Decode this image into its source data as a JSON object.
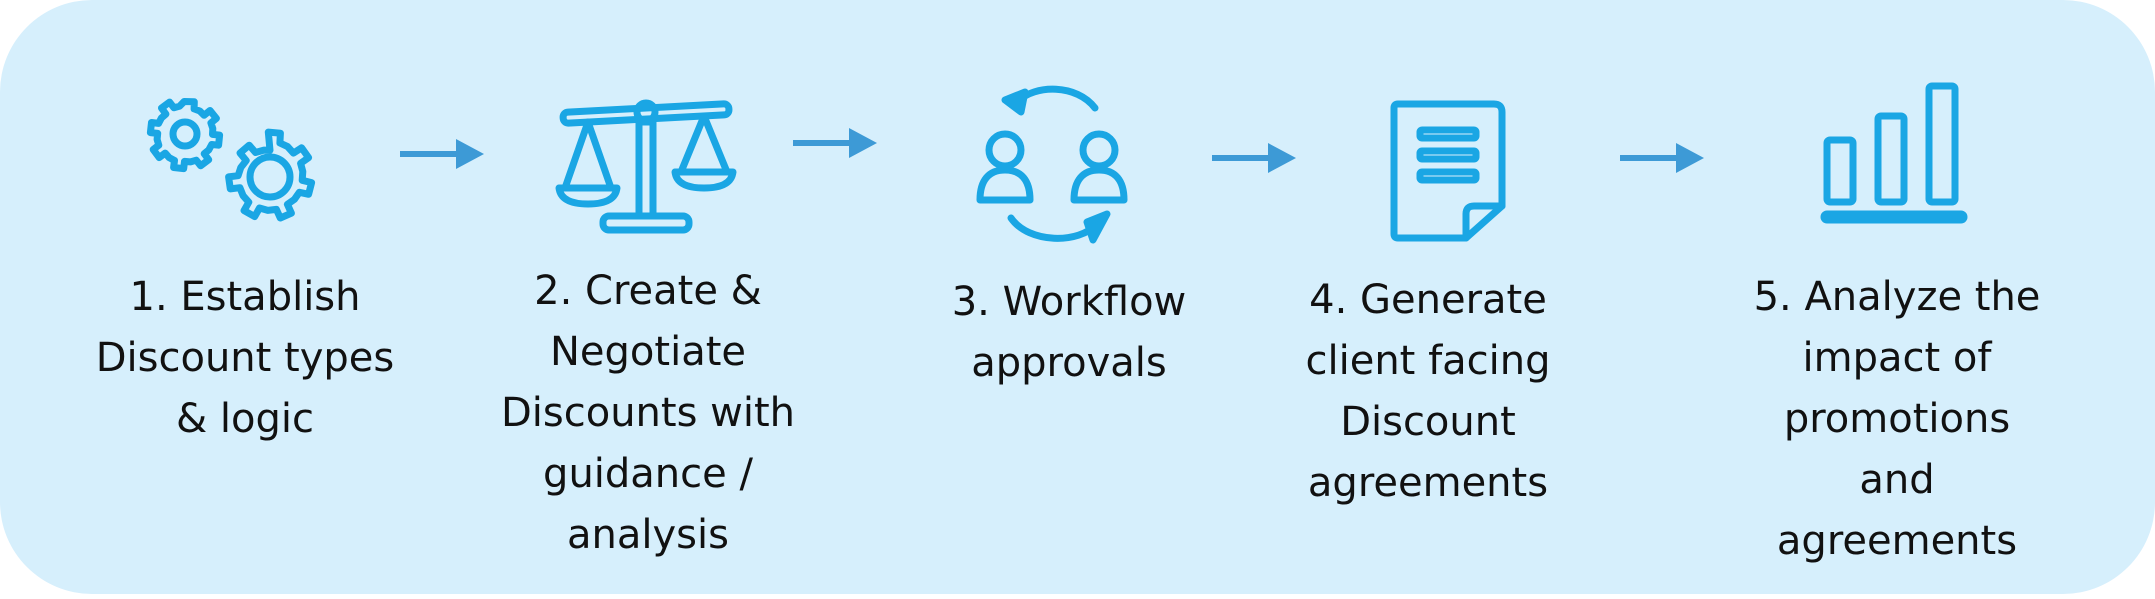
{
  "accent_color": "#1aa6e4",
  "arrow_color": "#3d9ad6",
  "background_color": "#d6effc",
  "steps": [
    {
      "icon": "gears-icon",
      "lines": [
        "1. Establish",
        "Discount types",
        "& logic"
      ]
    },
    {
      "icon": "balance-scale-icon",
      "lines": [
        "2. Create &",
        "Negotiate",
        "Discounts with",
        "guidance /",
        "analysis"
      ]
    },
    {
      "icon": "workflow-users-icon",
      "lines": [
        "3. Workflow",
        "approvals"
      ]
    },
    {
      "icon": "document-icon",
      "lines": [
        "4. Generate",
        "client facing",
        "Discount",
        "agreements"
      ]
    },
    {
      "icon": "bar-chart-icon",
      "lines": [
        "5. Analyze the",
        "impact of",
        "promotions",
        "and",
        "agreements"
      ]
    }
  ],
  "connectors": [
    "arrow-right-icon",
    "arrow-right-icon",
    "arrow-right-icon",
    "arrow-right-icon"
  ]
}
